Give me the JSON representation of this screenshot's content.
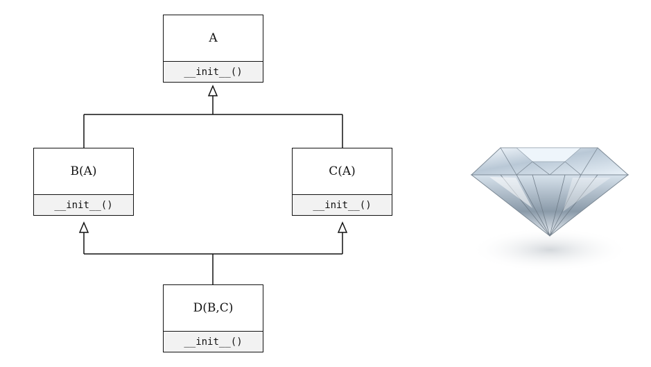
{
  "diagram": {
    "classes": [
      {
        "id": "A",
        "name": "A",
        "method": "__init__()"
      },
      {
        "id": "B",
        "name": "B(A)",
        "method": "__init__()"
      },
      {
        "id": "C",
        "name": "C(A)",
        "method": "__init__()"
      },
      {
        "id": "D",
        "name": "D(B,C)",
        "method": "__init__()"
      }
    ],
    "inheritance": [
      {
        "from": "B",
        "to": "A"
      },
      {
        "from": "C",
        "to": "A"
      },
      {
        "from": "D",
        "to": "B"
      },
      {
        "from": "D",
        "to": "C"
      }
    ],
    "image": {
      "subject": "diamond"
    }
  }
}
